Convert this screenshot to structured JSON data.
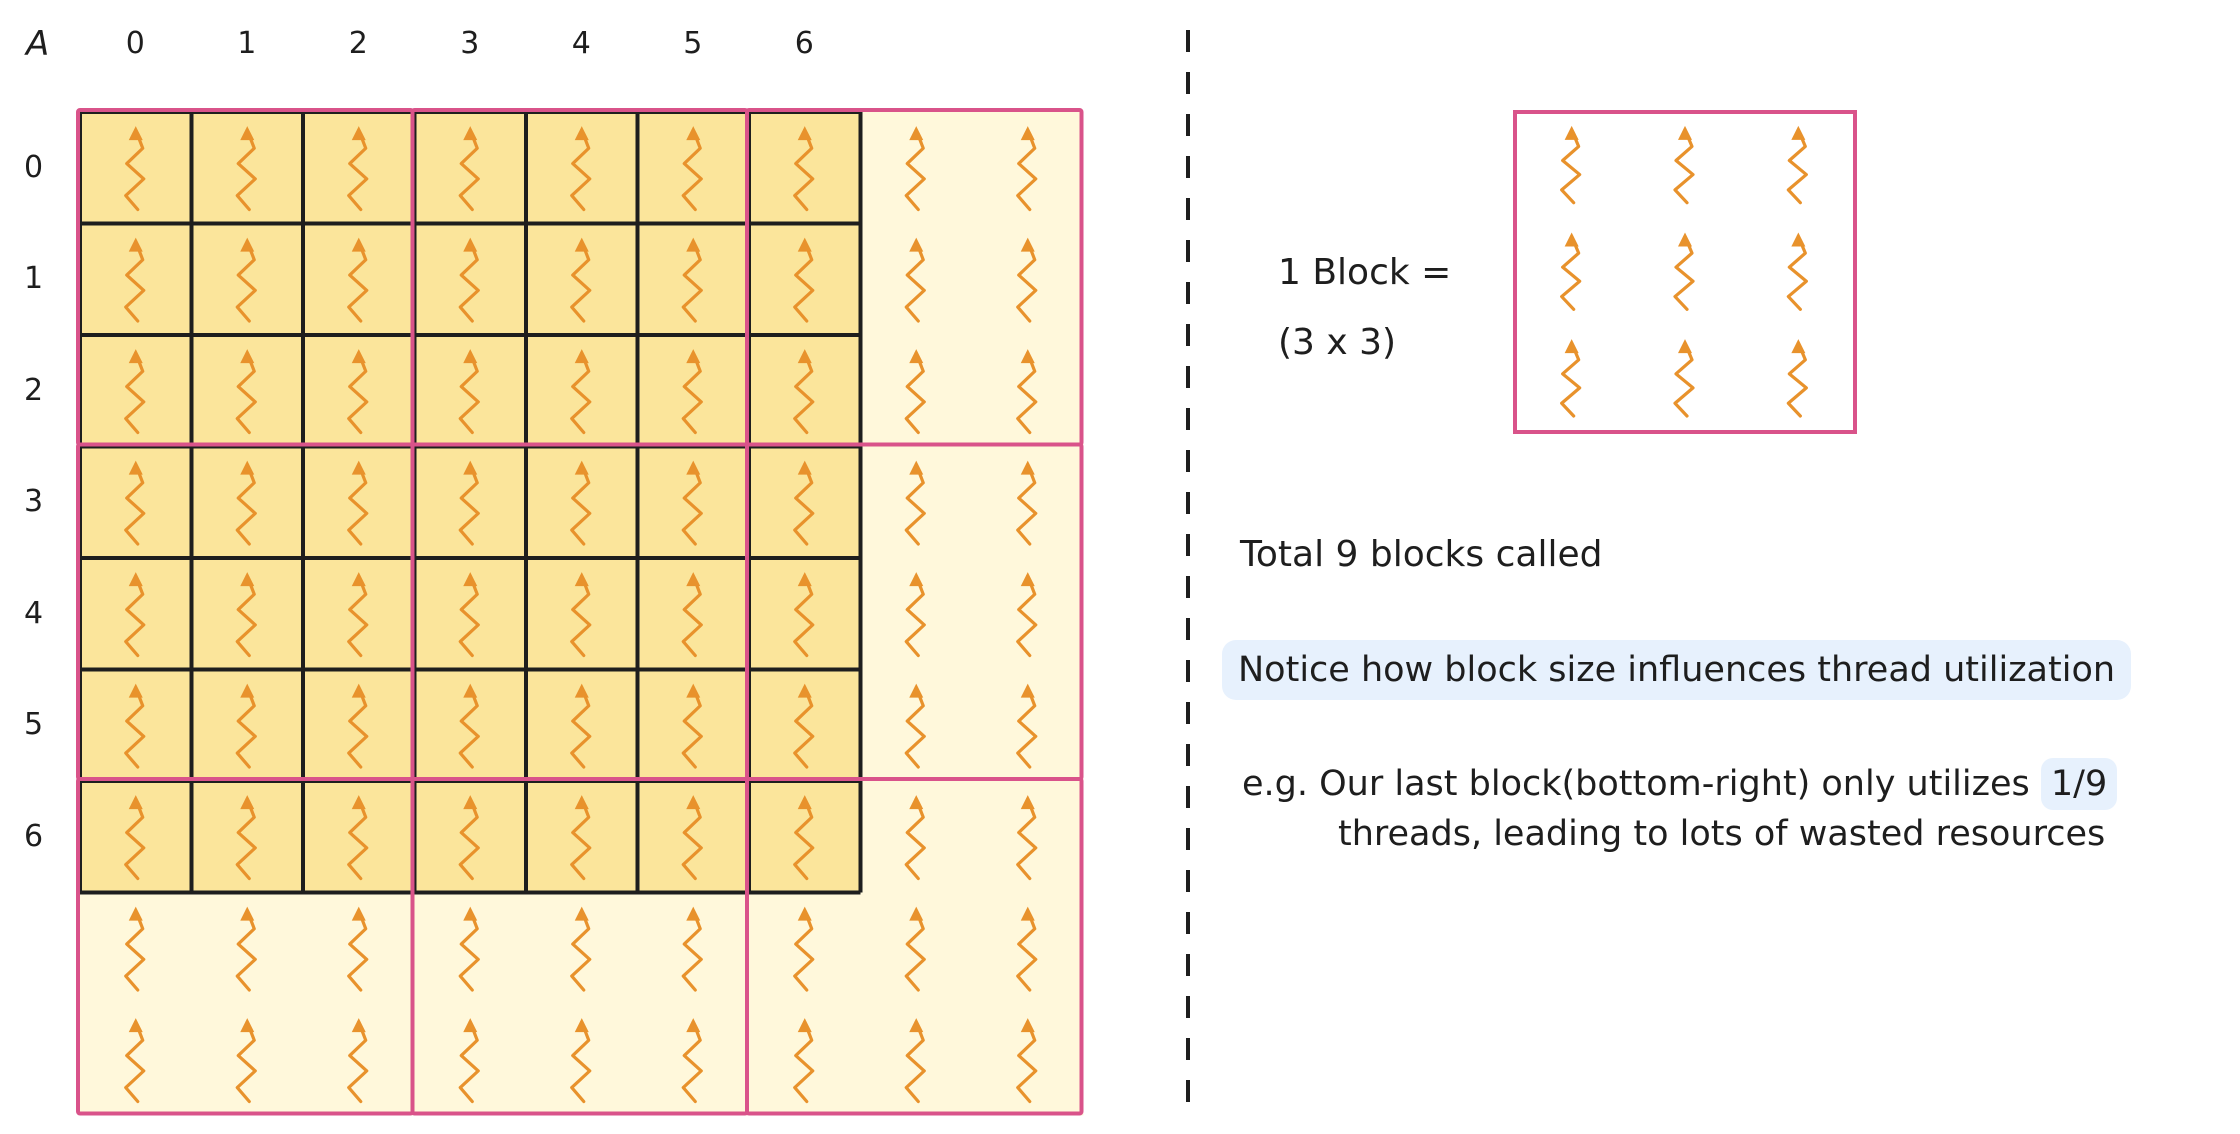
{
  "grid": {
    "label": "A",
    "col_labels": [
      "0",
      "1",
      "2",
      "3",
      "4",
      "5",
      "6"
    ],
    "row_labels": [
      "0",
      "1",
      "2",
      "3",
      "4",
      "5",
      "6"
    ],
    "data_size": 7,
    "block_size": 3,
    "blocks_per_side": 3
  },
  "legend": {
    "line1": "1 Block =",
    "line2": "(3 x 3)"
  },
  "notes": {
    "total": "Total 9 blocks called",
    "notice": "Notice how block size influences thread utilization",
    "example_part1": "e.g. Our last block(bottom-right) only utilizes",
    "example_highlight": "1/9",
    "example_part2": "threads, leading to lots of wasted resources"
  },
  "colors": {
    "active_cell": "#fbe59b",
    "idle_cell": "#fff8db",
    "block_border": "#d9538a",
    "grid_line": "#1e1e1e",
    "thread_icon": "#e8922c",
    "highlight_bg": "#e7f1fd"
  },
  "icons": [
    "thread-squiggle-icon"
  ]
}
